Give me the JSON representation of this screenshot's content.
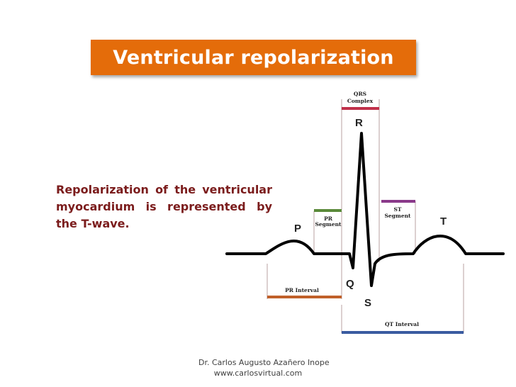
{
  "slide": {
    "title": "Ventricular repolarization",
    "body": "Repolarization of the ventricular myocardium is represented by the T-wave.",
    "footer_author": "Dr. Carlos Augusto Azañero Inope",
    "footer_site": "www.carlosvirtual.com"
  },
  "colors": {
    "banner": "#e46c0a",
    "body_text": "#7b1c1c",
    "qrs": "#c0304a",
    "pr_segment": "#5a8a3a",
    "st_segment": "#8a3a8a",
    "pr_interval": "#c0602a",
    "qt_interval": "#3a5ba0"
  },
  "diagram": {
    "qrs_line1": "QRS",
    "qrs_line2": "Complex",
    "pr_seg_line1": "PR",
    "pr_seg_line2": "Segment",
    "st_seg_line1": "ST",
    "st_seg_line2": "Segment",
    "pr_interval": "PR Interval",
    "qt_interval": "QT Interval",
    "wave_p": "P",
    "wave_q": "Q",
    "wave_r": "R",
    "wave_s": "S",
    "wave_t": "T"
  }
}
